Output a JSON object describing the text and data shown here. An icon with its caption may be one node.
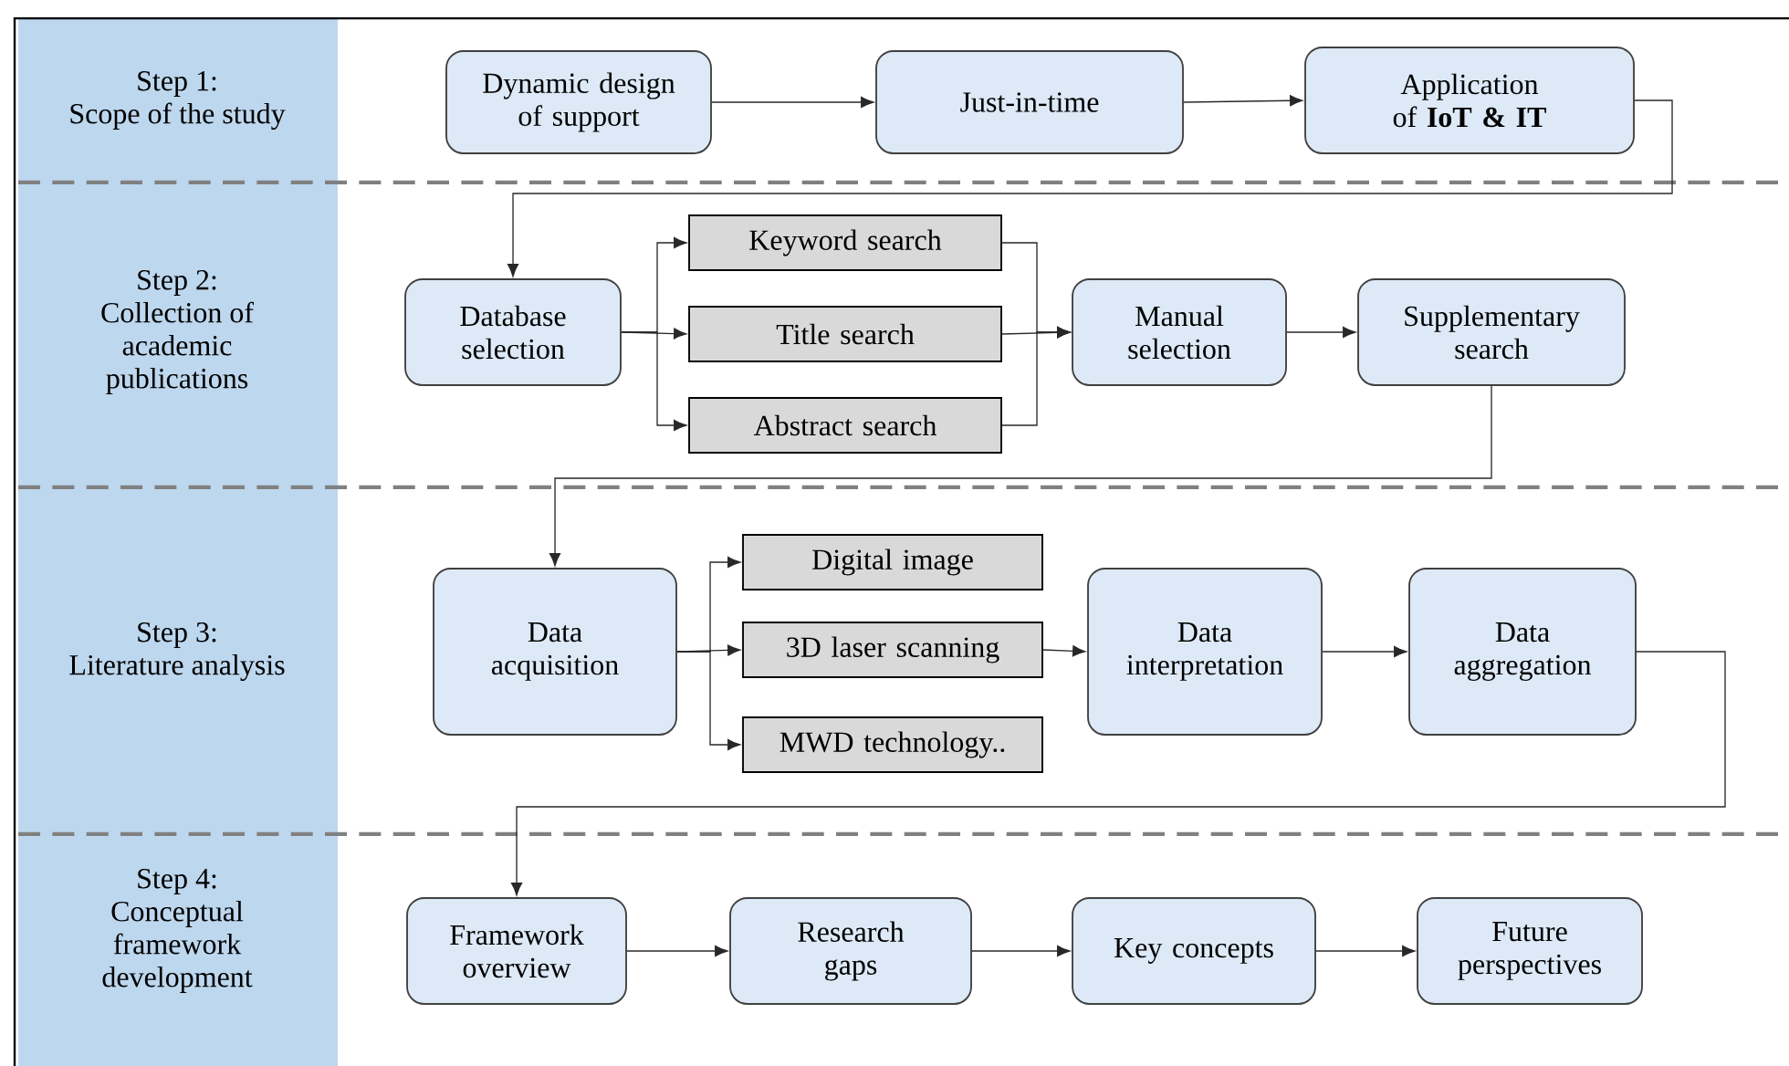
{
  "diagram": {
    "nodes": [
      {
        "text": [
          "Dynamic design of support"
        ]
      },
      {
        "text": [
          "Just-in-time"
        ]
      },
      {
        "text": [
          "Application of **IoT & IT**"
        ]
      },
      {
        "text": [
          "Database selection"
        ]
      },
      {
        "text": [
          "Keyword search"
        ]
      },
      {
        "text": [
          "Title search"
        ]
      },
      {
        "text": [
          "Abstract search"
        ]
      },
      {
        "text": [
          "Manual selection"
        ]
      },
      {
        "text": [
          "Supplementary search"
        ]
      },
      {
        "text": [
          "Data acquisition"
        ]
      },
      {
        "text": [
          "Digital image"
        ]
      },
      {
        "text": [
          "3D laser scanning"
        ]
      },
      {
        "text": [
          "MWD technology.."
        ]
      },
      {
        "text": [
          "Data interpretation"
        ]
      },
      {
        "text": [
          "Data aggregation"
        ]
      },
      {
        "text": [
          "Framework overview"
        ]
      },
      {
        "text": [
          "Research gaps"
        ]
      },
      {
        "text": [
          "Key concepts"
        ]
      },
      {
        "text": [
          "Future perspectives"
        ]
      }
    ],
    "edges": [
      {
        "from": 0,
        "to": 1,
        "arrow": "to"
      },
      {
        "from": 1,
        "to": 2,
        "arrow": "to"
      },
      {
        "from": 2,
        "to": 3,
        "arrow": "to"
      },
      {
        "from": 3,
        "to": 4,
        "arrow": "to"
      },
      {
        "from": 3,
        "to": 5,
        "arrow": "to"
      },
      {
        "from": 3,
        "to": 6,
        "arrow": "to"
      },
      {
        "from": 4,
        "to": 7,
        "arrow": "to"
      },
      {
        "from": 5,
        "to": 7,
        "arrow": "to"
      },
      {
        "from": 6,
        "to": 7,
        "arrow": "to"
      },
      {
        "from": 7,
        "to": 8,
        "arrow": "to"
      },
      {
        "from": 8,
        "to": 9,
        "arrow": "to"
      },
      {
        "from": 9,
        "to": 10,
        "arrow": "to"
      },
      {
        "from": 9,
        "to": 11,
        "arrow": "to"
      },
      {
        "from": 9,
        "to": 12,
        "arrow": "to"
      },
      {
        "from": 11,
        "to": 13,
        "arrow": "to"
      },
      {
        "from": 13,
        "to": 14,
        "arrow": "to"
      },
      {
        "from": 14,
        "to": 15,
        "arrow": "to"
      },
      {
        "from": 15,
        "to": 16,
        "arrow": "to"
      },
      {
        "from": 16,
        "to": 17,
        "arrow": "to"
      },
      {
        "from": 17,
        "to": 18,
        "arrow": "to"
      }
    ],
    "labels": [
      "Step 1: Scope of the study",
      "Step 2: Collection of academic publications",
      "Step 3: Literature analysis",
      "Step 4: Conceptual framework development"
    ]
  }
}
